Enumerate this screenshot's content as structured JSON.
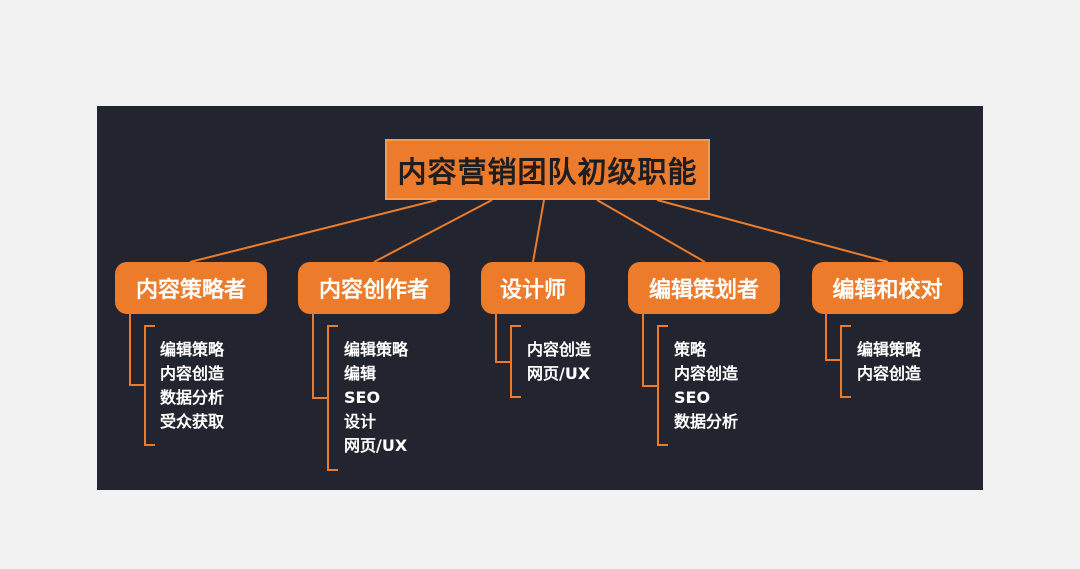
{
  "title": "内容营销团队初级职能",
  "colors": {
    "accent": "#ec7c2c",
    "panel": "#22252f",
    "text": "#ffffff"
  },
  "roles": [
    {
      "label": "内容策略者",
      "skills": [
        "编辑策略",
        "内容创造",
        "数据分析",
        "受众获取"
      ]
    },
    {
      "label": "内容创作者",
      "skills": [
        "编辑策略",
        "编辑",
        "SEO",
        "设计",
        "网页/UX"
      ]
    },
    {
      "label": "设计师",
      "skills": [
        "内容创造",
        "网页/UX"
      ]
    },
    {
      "label": "编辑策划者",
      "skills": [
        "策略",
        "内容创造",
        "SEO",
        "数据分析"
      ]
    },
    {
      "label": "编辑和校对",
      "skills": [
        "编辑策略",
        "内容创造"
      ]
    }
  ]
}
